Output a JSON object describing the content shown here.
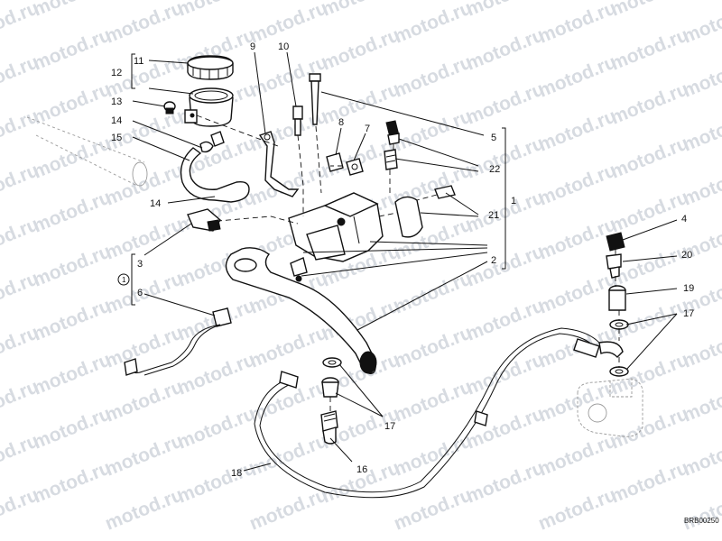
{
  "watermark": "motod.ru",
  "drawing_code": "BRB00250",
  "callouts": [
    "1",
    "2",
    "3",
    "4",
    "5",
    "6",
    "7",
    "8",
    "9",
    "10",
    "11",
    "12",
    "13",
    "14",
    "15",
    "16",
    "17",
    "18",
    "19",
    "20",
    "21",
    "22"
  ],
  "labels": {
    "n1_right": "1",
    "n1_left": "1",
    "n2": "2",
    "n3": "3",
    "n4": "4",
    "n5": "5",
    "n6": "6",
    "n7": "7",
    "n8": "8",
    "n9": "9",
    "n10": "10",
    "n11": "11",
    "n12": "12",
    "n13": "13",
    "n14a": "14",
    "n14b": "14",
    "n15": "15",
    "n16": "16",
    "n17a": "17",
    "n17b": "17",
    "n18": "18",
    "n19": "19",
    "n20": "20",
    "n21": "21",
    "n22": "22"
  }
}
